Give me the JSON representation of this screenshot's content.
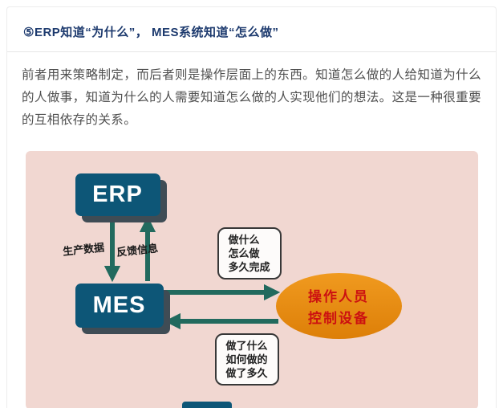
{
  "article": {
    "heading": "⑤ERP知道“为什么”， MES系统知道“怎么做”",
    "body": "前者用来策略制定，而后者则是操作层面上的东西。知道怎么做的人给知道为什么的人做事，知道为什么的人需要知道怎么做的人实现他们的想法。这是一种很重要的互相依存的关系。"
  },
  "diagram": {
    "erp_box": "ERP",
    "mes_box": "MES",
    "flow_labels": {
      "production_data": "生产数据",
      "feedback_info": "反馈信息"
    },
    "task_bubble": {
      "lines": [
        "做什么",
        "怎么做",
        "多久完成"
      ]
    },
    "result_bubble": {
      "lines": [
        "做了什么",
        "如何做的",
        "做了多久"
      ]
    },
    "operator_ellipse": {
      "lines": [
        "操作人员",
        "控制设备"
      ]
    },
    "colors": {
      "diagram_background": "#f1d7d1",
      "box_fill": "#0d5677",
      "box_shadow": "#3f4c55",
      "arrow": "#226a5e",
      "ellipse_fill": "#e7890f",
      "ellipse_text": "#cc1111",
      "heading_text": "#1d3a6e"
    }
  }
}
